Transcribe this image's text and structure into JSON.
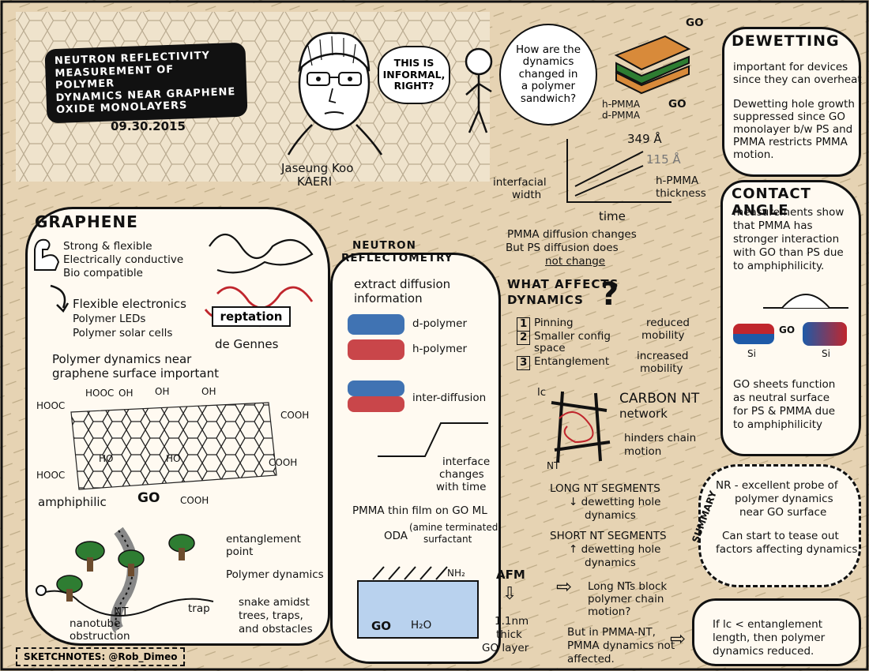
{
  "title": {
    "lines": [
      "NEUTRON REFLECTIVITY",
      "MEASUREMENT OF POLYMER",
      "DYNAMICS NEAR GRAPHENE",
      "OXIDE MONOLAYERS"
    ],
    "date": "09.30.2015"
  },
  "speaker": {
    "speech": "THIS IS INFORMAL, RIGHT?",
    "name": "Jaseung Koo",
    "affiliation": "KAERI"
  },
  "graphene": {
    "heading": "GRAPHENE",
    "properties": [
      "Strong & flexible",
      "Electrically conductive",
      "Bio compatible"
    ],
    "applications": [
      "Flexible electronics",
      "Polymer LEDs",
      "Polymer solar cells"
    ],
    "dynamics_note": [
      "Polymer dynamics near",
      "graphene surface important"
    ],
    "groups": [
      "HOOC",
      "HOOC",
      "OH",
      "OH",
      "COOH",
      "OH",
      "HOOC",
      "HO",
      "HO",
      "COOH",
      "COOH"
    ],
    "amphiphilic": "amphiphilic",
    "go": "GO"
  },
  "reptation": {
    "banner": "reptation",
    "author": "de Gennes"
  },
  "snake": {
    "entanglement": [
      "entanglement",
      "point"
    ],
    "dynamics": "Polymer dynamics",
    "snake_text": [
      "snake amidst",
      "trees, traps,",
      "and obstacles"
    ],
    "trap": "trap",
    "nt": [
      "NT",
      "nanotube",
      "obstruction"
    ]
  },
  "neutron": {
    "heading": [
      "NEUTRON",
      "REFLECTOMETRY"
    ],
    "extract": [
      "extract diffusion",
      "information"
    ],
    "d_polymer": "d-polymer",
    "h_polymer": "h-polymer",
    "inter": "inter-diffusion",
    "interface": [
      "interface",
      "changes",
      "with time"
    ],
    "thin_film": "PMMA thin film on GO ML",
    "oda": "ODA",
    "oda_desc": [
      "(amine terminated)",
      "surfactant"
    ],
    "nh2": "NH₂",
    "go": "GO",
    "h2o": "H₂O",
    "afm": "AFM",
    "layer": [
      "1.1nm",
      "thick",
      "GO layer"
    ]
  },
  "question": {
    "bubble": [
      "How are the",
      "dynamics",
      "changed in",
      "a polymer",
      "sandwich?"
    ],
    "go_top": "GO",
    "go_bottom": "GO",
    "h_pmma": "h-PMMA",
    "d_pmma": "d-PMMA"
  },
  "graph": {
    "ylabel": [
      "interfacial",
      "width"
    ],
    "xlabel": "time",
    "val1": "349 Å",
    "val2": "115 Å",
    "thickness": [
      "h-PMMA",
      "thickness"
    ],
    "note": [
      "PMMA diffusion changes",
      "But PS diffusion does",
      "not change"
    ]
  },
  "affects": {
    "heading": [
      "WHAT AFFECTS",
      "DYNAMICS"
    ],
    "items": [
      "Pinning",
      "Smaller config",
      "space",
      "Entanglement"
    ],
    "nums": [
      "1",
      "2",
      "3"
    ],
    "reduced": [
      "reduced",
      "mobility"
    ],
    "increased": [
      "increased",
      "mobility"
    ]
  },
  "carbon": {
    "heading": [
      "CARBON NT",
      "network"
    ],
    "hinders": [
      "hinders chain",
      "motion"
    ],
    "lc": "lᴄ",
    "nt": "NT",
    "long": [
      "LONG NT SEGMENTS",
      "↓ dewetting hole",
      "dynamics"
    ],
    "short": [
      "SHORT NT SEGMENTS",
      "↑ dewetting hole",
      "dynamics"
    ],
    "block": [
      "Long NTs block",
      "polymer chain",
      "motion?"
    ],
    "pmma_nt": [
      "But in PMMA-NT,",
      "PMMA dynamics not",
      "affected."
    ]
  },
  "dewetting": {
    "heading": "DEWETTING",
    "important": [
      "important for devices",
      "since they can overheat"
    ],
    "growth": [
      "Dewetting hole growth",
      "suppressed since GO",
      "monolayer b/w PS and",
      "PMMA restricts PMMA",
      "motion."
    ]
  },
  "contact": {
    "heading": "CONTACT ANGLE",
    "text": [
      "measurements show",
      "that PMMA has",
      "stronger interaction",
      "with GO than PS due",
      "to amphiphilicity."
    ],
    "go": "GO",
    "si1": "Si",
    "si2": "Si",
    "sheets": [
      "GO sheets function",
      "as neutral surface",
      "for PS & PMMA due",
      "to amphiphilicity"
    ]
  },
  "summary": {
    "label": "SUMMARY",
    "nr": [
      "NR - excellent probe of",
      "polymer dynamics",
      "near GO surface"
    ],
    "tease": [
      "Can start to tease out",
      "factors affecting dynamics"
    ]
  },
  "final": {
    "text": [
      "If lᴄ < entanglement",
      "length, then polymer",
      "dynamics reduced."
    ]
  },
  "footer": "SKETCHNOTES: @Rob_Dimeo"
}
